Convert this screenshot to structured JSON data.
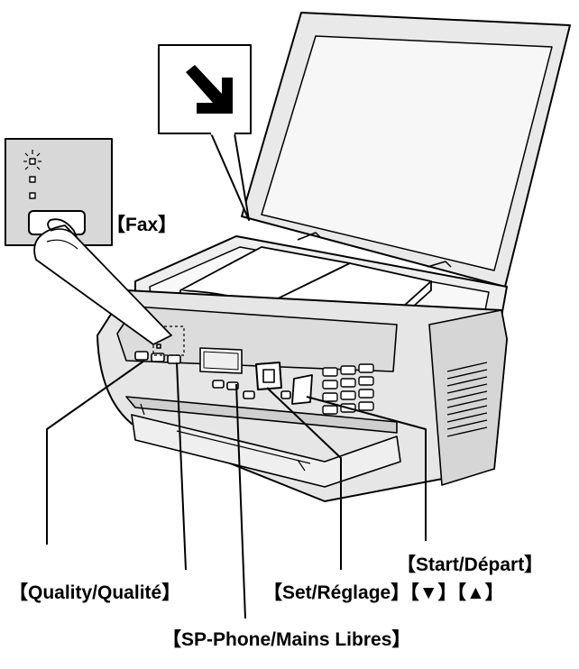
{
  "labels": {
    "fax": "【Fax】",
    "start": "【Start/Départ】",
    "quality": "【Quality/Qualité】",
    "set": "【Set/Réglage】【▼】【▲】",
    "sp_phone": "【SP-Phone/Mains Libres】"
  },
  "icons": {
    "scan_direction": "arrow-down-right-icon",
    "fax_indicator": "led-indicator-icon"
  },
  "colors": {
    "line": "#000000",
    "inset_fill": "#d8d8d8",
    "body_fill": "#e6e6e6",
    "background": "#ffffff"
  }
}
